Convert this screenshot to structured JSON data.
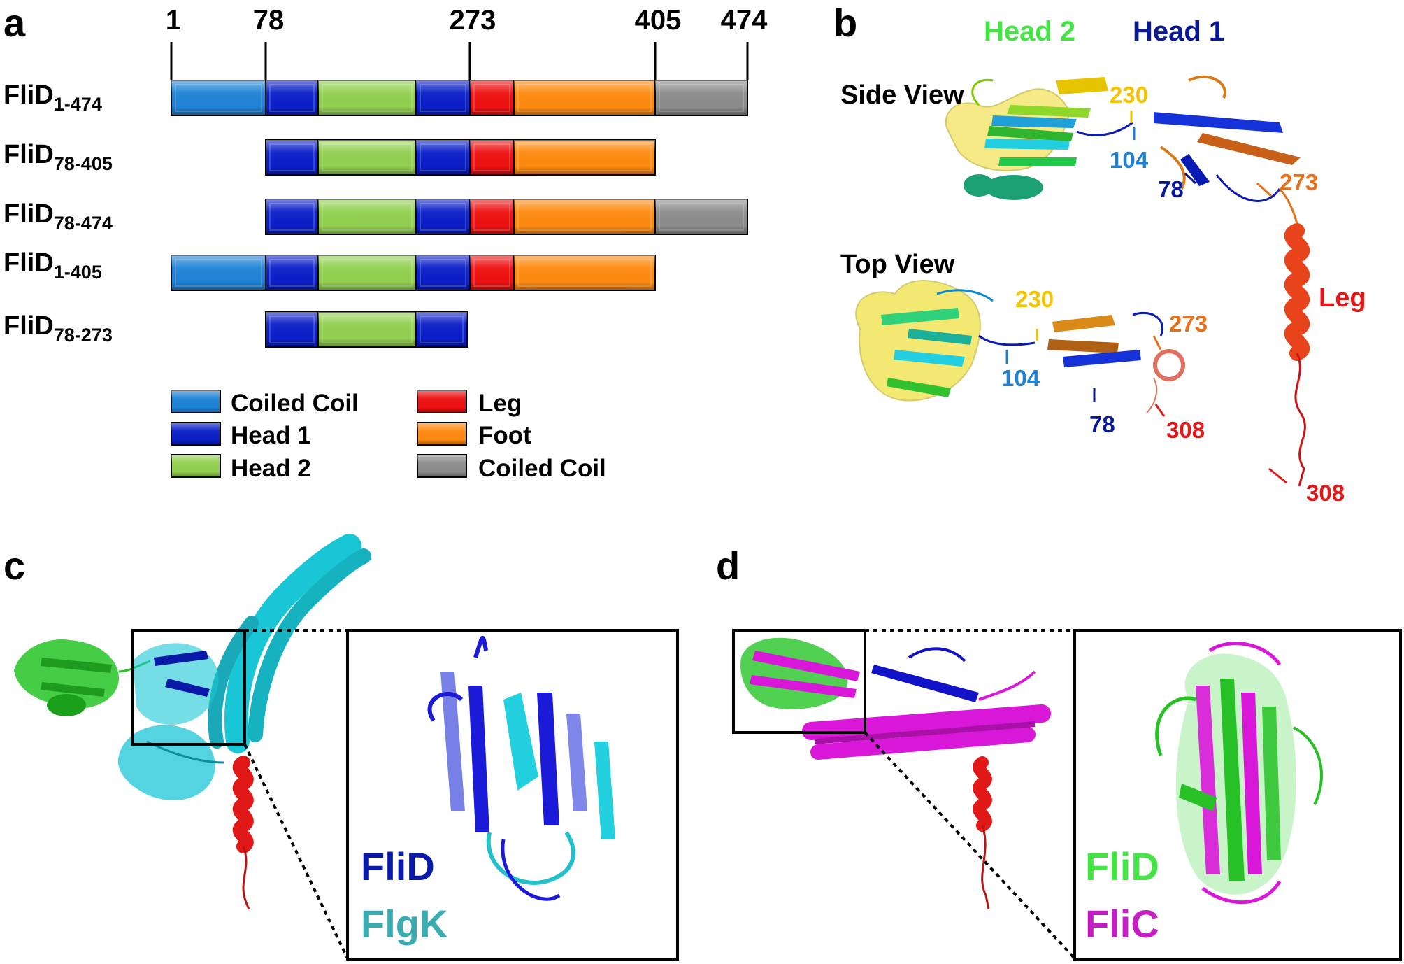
{
  "panel_a": {
    "panel_label": "a",
    "ticks": [
      "1",
      "78",
      "273",
      "405",
      "474"
    ],
    "constructs": [
      {
        "label": "FliD",
        "range": "1-474",
        "domains": [
          "coiled_n",
          "head1",
          "head2",
          "head1",
          "leg",
          "foot",
          "coiled_c"
        ]
      },
      {
        "label": "FliD",
        "range": "78-405",
        "domains": [
          "head1",
          "head2",
          "head1",
          "leg",
          "foot"
        ]
      },
      {
        "label": "FliD",
        "range": "78-474",
        "domains": [
          "head1",
          "head2",
          "head1",
          "leg",
          "foot",
          "coiled_c"
        ]
      },
      {
        "label": "FliD",
        "range": "1-405",
        "domains": [
          "coiled_n",
          "head1",
          "head2",
          "head1",
          "leg",
          "foot"
        ]
      },
      {
        "label": "FliD",
        "range": "78-273",
        "domains": [
          "head1",
          "head2",
          "head1"
        ]
      }
    ],
    "legend": [
      {
        "key": "coiled_n",
        "label": "Coiled Coil"
      },
      {
        "key": "head1",
        "label": "Head 1"
      },
      {
        "key": "head2",
        "label": "Head 2"
      },
      {
        "key": "leg",
        "label": "Leg"
      },
      {
        "key": "foot",
        "label": "Foot"
      },
      {
        "key": "coiled_c",
        "label": "Coiled Coil"
      }
    ],
    "colors": {
      "coiled_n": "#1f83d6",
      "head1": "#0a1fc8",
      "head2": "#92d050",
      "leg": "#ee1111",
      "foot": "#ff8a10",
      "coiled_c": "#8c8c8c"
    }
  },
  "panel_b": {
    "panel_label": "b",
    "head2_label": "Head 2",
    "head1_label": "Head 1",
    "side_view_label": "Side View",
    "top_view_label": "Top View",
    "leg_label": "Leg",
    "side_residues": {
      "r230": "230",
      "r104": "104",
      "r78": "78",
      "r273": "273",
      "r308": "308"
    },
    "top_residues": {
      "r230": "230",
      "r104": "104",
      "r78": "78",
      "r273": "273",
      "r308": "308"
    },
    "colors": {
      "head2": "#44e444",
      "head1": "#0a1a96",
      "r230": "#f5c400",
      "r104": "#1f7fd0",
      "r78": "#0a1a96",
      "r273": "#e8701a",
      "r308": "#e01818",
      "leg": "#e01818"
    }
  },
  "panel_c": {
    "panel_label": "c",
    "legend_1": "FliD",
    "legend_2": "FlgK",
    "colors": {
      "fliD": "#0a1aa8",
      "flgK": "#3aabb0",
      "cyan": "#19c6d6",
      "green": "#27c127",
      "red": "#e01818"
    }
  },
  "panel_d": {
    "panel_label": "d",
    "legend_1": "FliD",
    "legend_2": "FliC",
    "colors": {
      "fliD": "#44e444",
      "fliC": "#c31fc3",
      "magenta": "#d917d9",
      "green": "#27c127",
      "blue": "#1212c8",
      "red": "#e01818"
    }
  }
}
